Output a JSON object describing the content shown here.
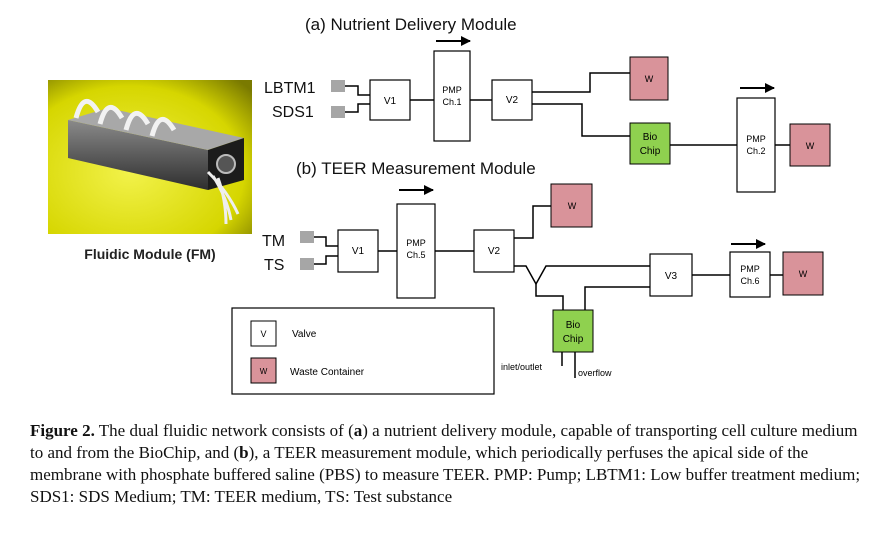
{
  "title_a": "(a) Nutrient Delivery Module",
  "title_b": "(b) TEER Measurement Module",
  "fm_label": "Fluidic Module (FM)",
  "module_a": {
    "inputs": [
      "LBTM1",
      "SDS1"
    ],
    "v1": "V1",
    "pmp1": [
      "PMP",
      "Ch.1"
    ],
    "v2": "V2",
    "waste": "W",
    "biochip": [
      "Bio",
      "Chip"
    ],
    "pmp2": [
      "PMP",
      "Ch.2"
    ],
    "waste2": "W"
  },
  "module_b": {
    "inputs": [
      "TM",
      "TS"
    ],
    "v1": "V1",
    "pmp5": [
      "PMP",
      "Ch.5"
    ],
    "v2": "V2",
    "waste": "W",
    "v3": "V3",
    "pmp6": [
      "PMP",
      "Ch.6"
    ],
    "waste2": "W",
    "biochip": [
      "Bio",
      "Chip"
    ],
    "inlet_outlet": "inlet/outlet",
    "overflow": "overflow"
  },
  "legend": {
    "valve_symbol": "V",
    "valve_label": "Valve",
    "waste_symbol": "W",
    "waste_label": "Waste Container"
  },
  "caption": {
    "label": "Figure 2.",
    "t1": " The dual fluidic network consists of (",
    "a": "a",
    "t2": ") a nutrient delivery module, capable of transporting cell culture medium to and from the BioChip, and (",
    "b": "b",
    "t3": "), a TEER measurement module, which periodically perfuses the apical side of the membrane with phosphate buffered saline (PBS) to measure TEER. PMP: Pump; LBTM1: Low buffer treatment medium; SDS1: SDS Medium; TM: TEER medium, TS: Test substance"
  },
  "colors": {
    "waste": "#d9939a",
    "biochip": "#8fd14f",
    "input_block": "#a6a6a6",
    "photo_bg": "#e6e600"
  }
}
